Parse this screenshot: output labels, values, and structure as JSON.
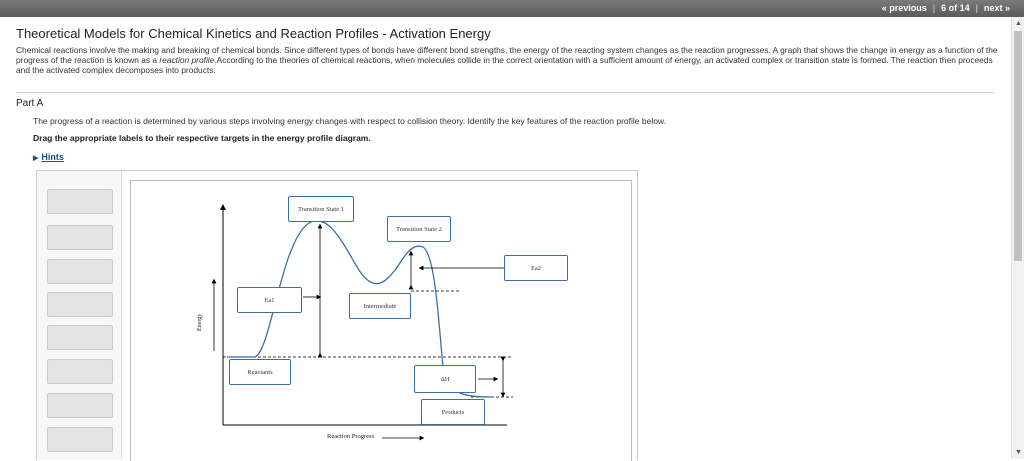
{
  "nav": {
    "previous": "« previous",
    "position": "6 of 14",
    "next": "next »"
  },
  "title": "Theoretical Models for Chemical Kinetics and Reaction Profiles - Activation Energy",
  "intro": {
    "part1": "Chemical reactions involve the making and breaking of chemical bonds. Since different types of bonds have different bond strengths, the energy of the reacting system changes as the reaction progresses. A graph that shows the change in energy as a function of the progress of the reaction is known as a ",
    "emph": "reaction profile",
    "part2": ".According to the theories of chemical reactions, when molecules collide in the correct orientation with a sufficient amount of energy, an activated complex or transition state is formed. The reaction then proceeds and the activated complex decomposes into products."
  },
  "part_label": "Part A",
  "question": "The progress of a reaction is determined by various steps involving energy changes with respect to collision theory. Identify the key features of the reaction profile below.",
  "instruction": "Drag the appropriate labels to their respective targets in the energy profile diagram.",
  "hints": "Hints",
  "diagram": {
    "ts1": "Transition State 1",
    "ts2": "Transition State 2",
    "ea2": "Ea2",
    "ea1": "Ea1",
    "intermediate": "Intermediate",
    "reactants": "Reactants",
    "dh": "ΔH",
    "products": "Products",
    "xaxis": "Reaction Progress",
    "yaxis": "Energy"
  }
}
